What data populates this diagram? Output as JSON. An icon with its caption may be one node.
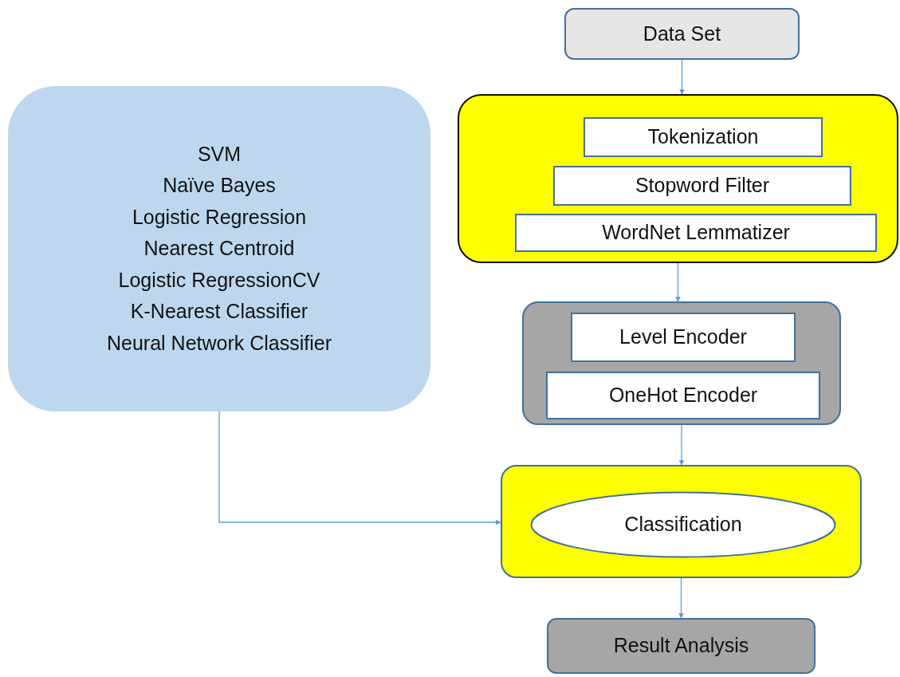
{
  "diagram": {
    "nodes": [
      {
        "text": [
          "Data Set"
        ]
      },
      {
        "text": [
          "SVM",
          "Naïve Bayes",
          "Logistic Regression",
          "Nearest Centroid",
          "Logistic RegressionCV",
          "K-Nearest Classifier",
          "Neural Network Classifier"
        ]
      },
      {
        "text": [],
        "shape": "box"
      },
      {
        "text": [
          "Tokenization"
        ],
        "in": 2
      },
      {
        "text": [
          "Stopword Filter"
        ],
        "in": 2
      },
      {
        "text": [
          "WordNet Lemmatizer"
        ],
        "in": 2
      },
      {
        "text": [],
        "shape": "box"
      },
      {
        "text": [
          "Level Encoder"
        ],
        "in": 6
      },
      {
        "text": [
          "OneHot Encoder"
        ],
        "in": 6
      },
      {
        "text": [],
        "shape": "box"
      },
      {
        "text": [
          "Classification"
        ],
        "in": 9
      },
      {
        "text": [
          "Result Analysis"
        ]
      }
    ],
    "edges": [
      {
        "from": 0,
        "to": 2,
        "arrow": "to"
      },
      {
        "from": 2,
        "to": 6,
        "arrow": "to"
      },
      {
        "from": 6,
        "to": 9,
        "arrow": "to"
      },
      {
        "from": 1,
        "to": 9,
        "arrow": "to"
      },
      {
        "from": 9,
        "to": 11,
        "arrow": "to"
      }
    ]
  }
}
